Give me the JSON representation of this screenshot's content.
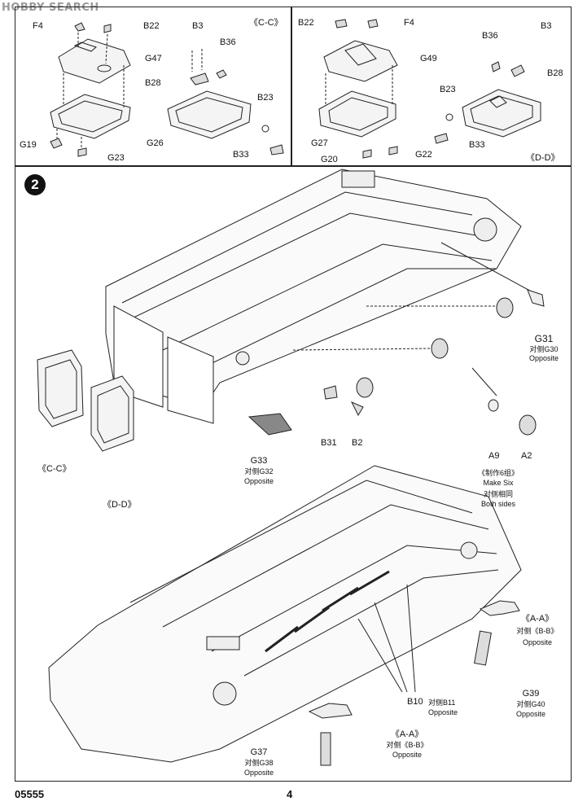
{
  "watermark": {
    "text": "HOBBY SEARCH"
  },
  "step_number": "2",
  "panel_cc": {
    "title": "《C-C》",
    "labels": {
      "F4": "F4",
      "B22": "B22",
      "G47": "G47",
      "G26": "G26",
      "G19": "G19",
      "G23": "G23",
      "B3": "B3",
      "B36": "B36",
      "B28": "B28",
      "B23": "B23",
      "B33": "B33"
    }
  },
  "panel_dd": {
    "title": "《D-D》",
    "labels": {
      "B22": "B22",
      "F4": "F4",
      "G49": "G49",
      "G27": "G27",
      "G20": "G20",
      "G22": "G22",
      "B36": "B36",
      "B3": "B3",
      "B28": "B28",
      "B23": "B23",
      "B33": "B33"
    }
  },
  "main": {
    "G31": "G31",
    "G31_opp": "对侧G30",
    "G31_opp_en": "Opposite",
    "B31": "B31",
    "B2": "B2",
    "A9": "A9",
    "A2": "A2",
    "make_six_cn": "《制作6组》",
    "make_six_en": "Make Six",
    "both_sides_cn": "对侧相同",
    "both_sides_en": "Both sides",
    "G33": "G33",
    "G33_opp": "对侧G32",
    "G33_opp_en": "Opposite",
    "cc": "《C-C》",
    "dd": "《D-D》",
    "aa_right": "《A-A》",
    "aa_right_opp": "对侧《B-B》",
    "aa_right_opp_en": "Opposite",
    "G39": "G39",
    "G39_opp": "对侧G40",
    "G39_opp_en": "Opposite",
    "B10": "B10",
    "B10_opp": "对侧B11",
    "B10_opp_en": "Opposite",
    "aa_bottom": "《A-A》",
    "aa_bottom_opp": "对侧《B-B》",
    "aa_bottom_opp_en": "Opposite",
    "G37": "G37",
    "G37_opp": "对侧G38",
    "G37_opp_en": "Opposite"
  },
  "footer": {
    "code": "05555",
    "page": "4"
  }
}
